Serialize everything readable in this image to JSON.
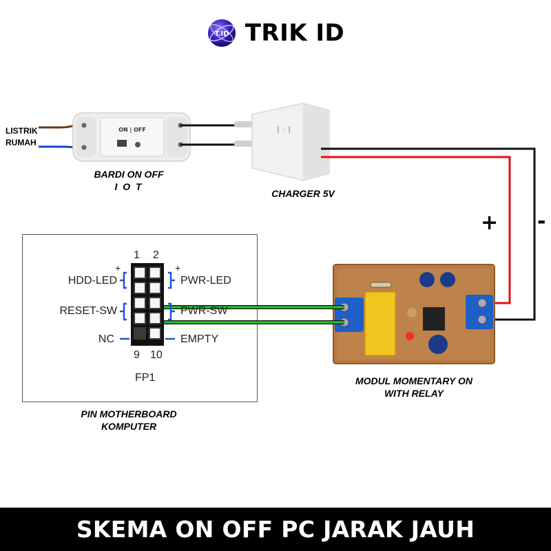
{
  "brand": {
    "title": "TRIK ID",
    "logo_text": "T.ID"
  },
  "source": {
    "line1": "LISTRIK",
    "line2": "RUMAH"
  },
  "sonoff": {
    "label_line1": "BARDI ON OFF",
    "label_line2": "I O T",
    "panel_text": "ON | OFF"
  },
  "charger": {
    "label": "CHARGER 5V",
    "brand_mark": "I · I"
  },
  "polarity": {
    "plus": "+",
    "minus": "-"
  },
  "header": {
    "pin_top_1": "1",
    "pin_top_2": "2",
    "pin_bottom_1": "9",
    "pin_bottom_2": "10",
    "plus_left": "+",
    "plus_right": "+",
    "left_pins": [
      "HDD-LED",
      "RESET-SW",
      "NC"
    ],
    "right_pins": [
      "PWR-LED",
      "PWR-SW",
      "EMPTY"
    ],
    "connector": "FP1",
    "caption_line1": "PIN MOTHERBOARD",
    "caption_line2": "KOMPUTER"
  },
  "module": {
    "label_line1": "MODUL MOMENTARY ON",
    "label_line2": "WITH RELAY"
  },
  "footer": {
    "title": "SKEMA ON OFF PC JARAK JAUH"
  },
  "colors": {
    "wire_brown": "#6b3a1a",
    "wire_blue": "#1d3fd0",
    "wire_red": "#e01010",
    "wire_black": "#111111",
    "wire_green": "#22c02a",
    "board": "#b77a43",
    "footer_bg": "#000000"
  }
}
